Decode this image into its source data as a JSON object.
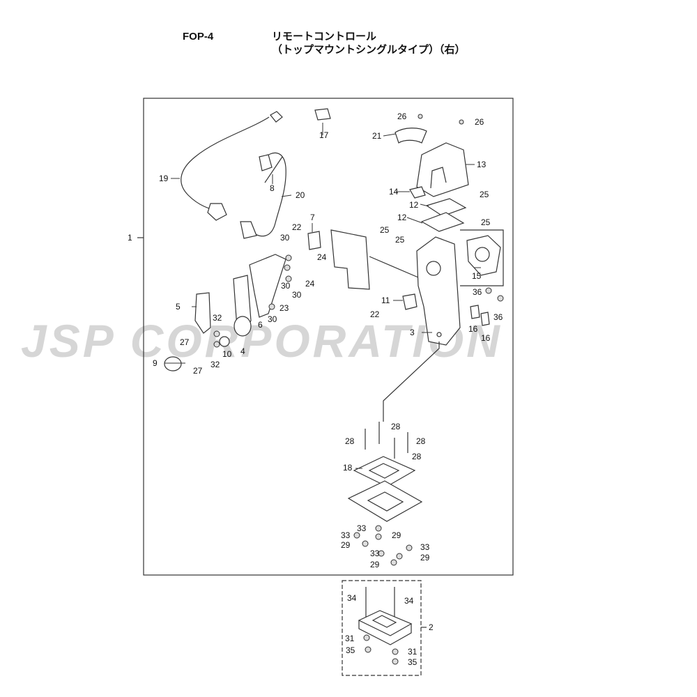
{
  "header": {
    "code": "FOP-4",
    "title_line1": "リモートコントロール",
    "title_line2": "（トップマウントシングルタイプ）（右）"
  },
  "watermark": "JSP CORPORATION",
  "colors": {
    "line": "#333333",
    "part_fill": "#ffffff",
    "shade": "#cfcfcf",
    "watermark": "#d6d6d6"
  },
  "callouts": {
    "c1": "1",
    "c2": "2",
    "c3": "3",
    "c4": "4",
    "c5": "5",
    "c6": "6",
    "c7": "7",
    "c8": "8",
    "c9": "9",
    "c10": "10",
    "c11": "11",
    "c12a": "12",
    "c12b": "12",
    "c13": "13",
    "c14": "14",
    "c15": "15",
    "c16a": "16",
    "c16b": "16",
    "c17": "17",
    "c18": "18",
    "c19": "19",
    "c20": "20",
    "c21": "21",
    "c22a": "22",
    "c22b": "22",
    "c23": "23",
    "c24a": "24",
    "c24b": "24",
    "c25a": "25",
    "c25b": "25",
    "c25c": "25",
    "c25d": "25",
    "c26a": "26",
    "c26b": "26",
    "c27a": "27",
    "c27b": "27",
    "c28a": "28",
    "c28b": "28",
    "c28c": "28",
    "c28d": "28",
    "c29a": "29",
    "c29b": "29",
    "c29c": "29",
    "c29d": "29",
    "c30a": "30",
    "c30b": "30",
    "c30c": "30",
    "c30d": "30",
    "c31a": "31",
    "c31b": "31",
    "c32a": "32",
    "c32b": "32",
    "c33a": "33",
    "c33b": "33",
    "c33c": "33",
    "c33d": "33",
    "c34a": "34",
    "c34b": "34",
    "c35a": "35",
    "c35b": "35",
    "c36a": "36",
    "c36b": "36"
  }
}
